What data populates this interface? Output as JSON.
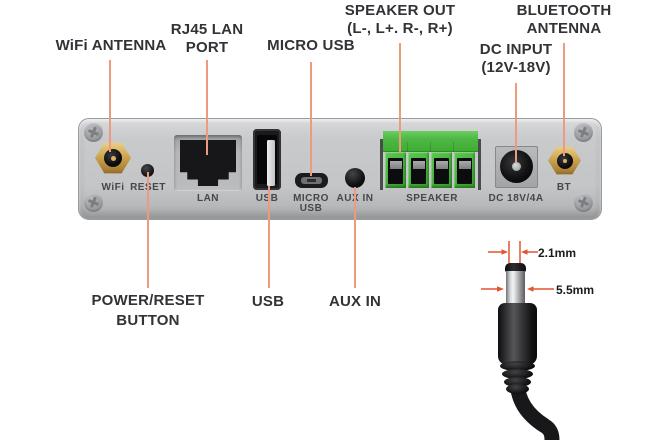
{
  "title": "Rear panel connection diagram",
  "colors": {
    "background": "#FFFFFF",
    "leader_line": "#EC9B7D",
    "dimension_accent": "#E25434",
    "callout_text": "#323237",
    "panel_face": "#C6C7C9",
    "panel_label_text": "#46474C",
    "terminal_green": "#46B33A",
    "antenna_gold": "#C9A251",
    "plug_black": "#1A1A1C"
  },
  "callouts": {
    "top": [
      {
        "id": "wifi-antenna",
        "text": "WiFi ANTENNA"
      },
      {
        "id": "rj45-lan-port",
        "text": "RJ45 LAN\nPORT"
      },
      {
        "id": "micro-usb",
        "text": "MICRO USB"
      },
      {
        "id": "speaker-out",
        "text": "SPEAKER OUT\n(L-, L+. R-, R+)"
      },
      {
        "id": "dc-input",
        "text": "DC INPUT\n(12V-18V)"
      },
      {
        "id": "bluetooth-antenna",
        "text": "BLUETOOTH\nANTENNA"
      }
    ],
    "bottom": [
      {
        "id": "power-reset-button",
        "text": "POWER/RESET\nBUTTON"
      },
      {
        "id": "usb",
        "text": "USB"
      },
      {
        "id": "aux-in",
        "text": "AUX IN"
      }
    ]
  },
  "panel": {
    "labels": {
      "wifi": "WiFi",
      "reset": "RESET",
      "lan": "LAN",
      "usb": "USB",
      "micro_usb": "MICRO\nUSB",
      "aux_in": "AUX IN",
      "speaker": "SPEAKER",
      "dc": "DC 18V/4A",
      "bt": "BT"
    },
    "screw_count": 4,
    "speaker_terminals": 4
  },
  "plug": {
    "pin_diameter": "2.1mm",
    "barrel_diameter": "5.5mm"
  },
  "icons": {
    "screw": "phillips-screw-circle",
    "antenna_connector": "gold-hex-sma",
    "dimension_arrow": "inward-arrow-pair"
  }
}
